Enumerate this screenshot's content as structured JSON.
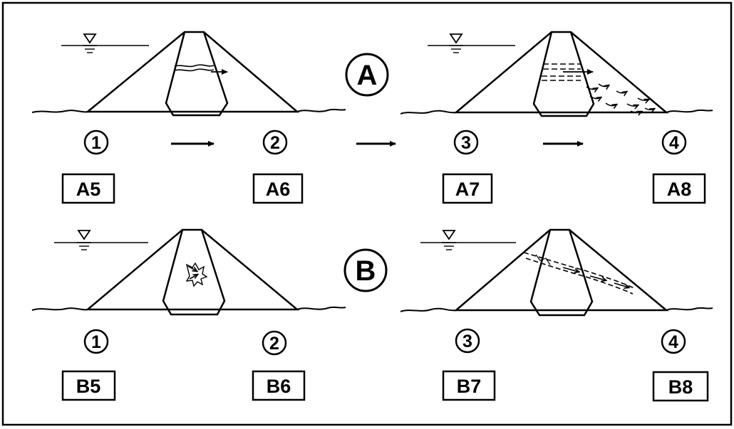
{
  "rows": [
    {
      "id": "A",
      "letter": "A",
      "stage_numbers": [
        "1",
        "2",
        "3",
        "4"
      ],
      "case_labels": [
        "A5",
        "A6",
        "A7",
        "A8"
      ]
    },
    {
      "id": "B",
      "letter": "B",
      "stage_numbers": [
        "1",
        "2",
        "3",
        "4"
      ],
      "case_labels": [
        "B5",
        "B6",
        "B7",
        "B8"
      ]
    }
  ],
  "symbols": {
    "water_level": "inverted-triangle-water-level-icon",
    "flow_arrow": "arrow-right-icon"
  },
  "colors": {
    "ink": "#000000",
    "paper": "#ffffff"
  }
}
